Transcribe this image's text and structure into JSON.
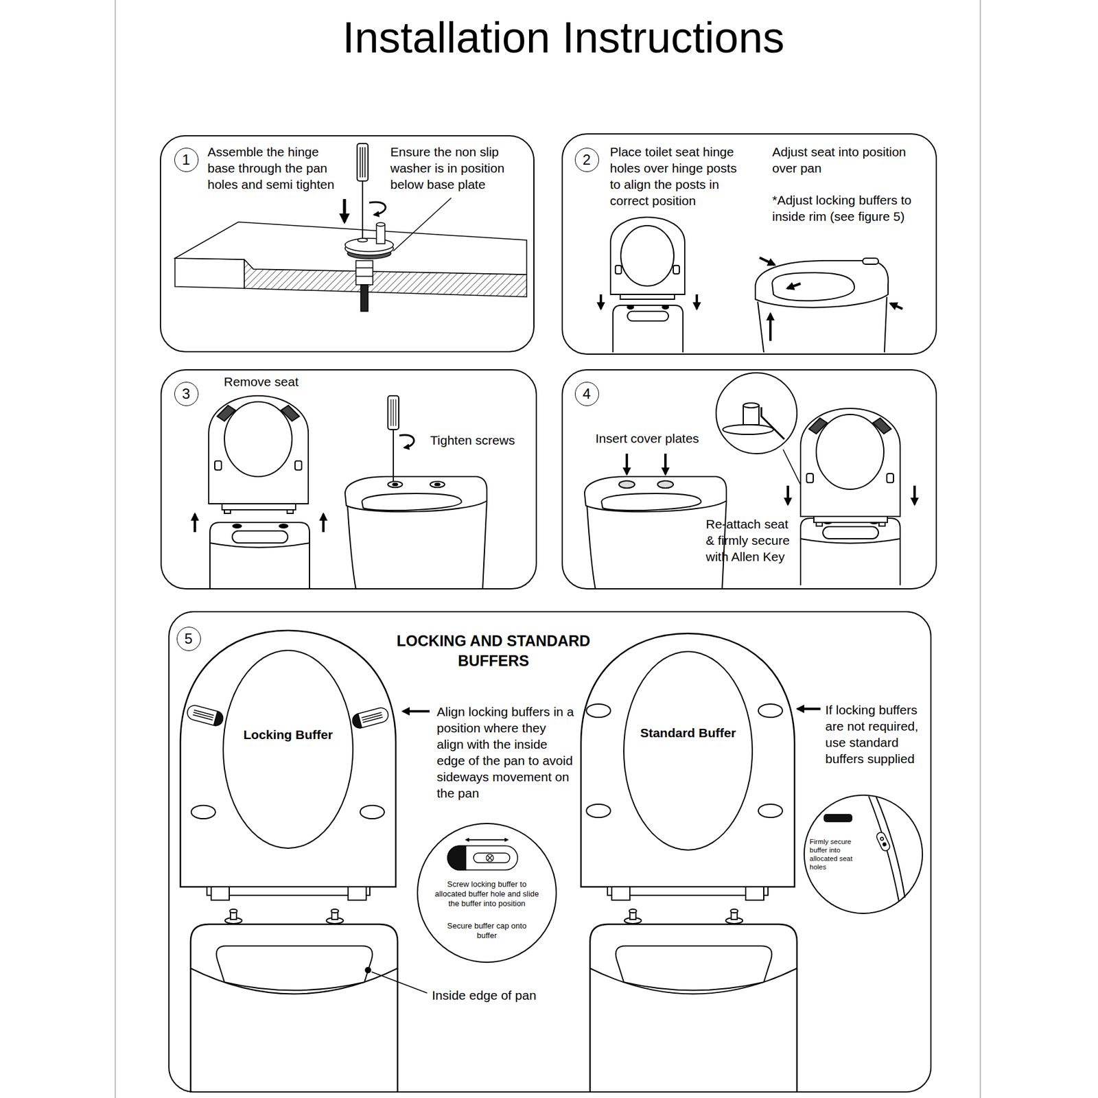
{
  "diagram": {
    "title": "Installation Instructions",
    "nodes": [
      {
        "text": [
          "Assemble the hinge base through the pan holes and semi tighten",
          "Ensure the non slip washer is in position below base plate"
        ]
      },
      {
        "text": [
          "1"
        ],
        "in": 0
      },
      {
        "text": [
          "Place toilet seat hinge holes over hinge posts to align the posts in correct position",
          "Adjust seat into position over pan",
          "*Adjust locking buffers to inside rim (see figure 5)"
        ]
      },
      {
        "text": [
          "2"
        ],
        "in": 2
      },
      {
        "text": [
          "Remove seat",
          "Tighten screws"
        ]
      },
      {
        "text": [
          "3"
        ],
        "in": 4
      },
      {
        "text": [
          "Insert cover plates",
          "Re-attach seat & firmly secure with Allen Key"
        ]
      },
      {
        "text": [
          "4"
        ],
        "in": 6
      },
      {
        "text": [
          "LOCKING AND STANDARD BUFFERS",
          "Align locking buffers in a position where they align with the inside edge of the pan to avoid sideways movement on the pan",
          "If locking buffers are not required, use standard buffers supplied",
          "Inside edge of pan"
        ]
      },
      {
        "text": [
          "5"
        ],
        "in": 8
      },
      {
        "text": [
          "Locking Buffer"
        ],
        "in": 8
      },
      {
        "text": [
          "Standard Buffer"
        ],
        "in": 8
      },
      {
        "text": [
          "Screw locking buffer to allocated buffer hole and slide the buffer into position",
          "Secure buffer cap onto buffer"
        ],
        "in": 8
      },
      {
        "text": [
          "Firmly secure buffer into allocated seat holes"
        ],
        "in": 8
      }
    ]
  }
}
